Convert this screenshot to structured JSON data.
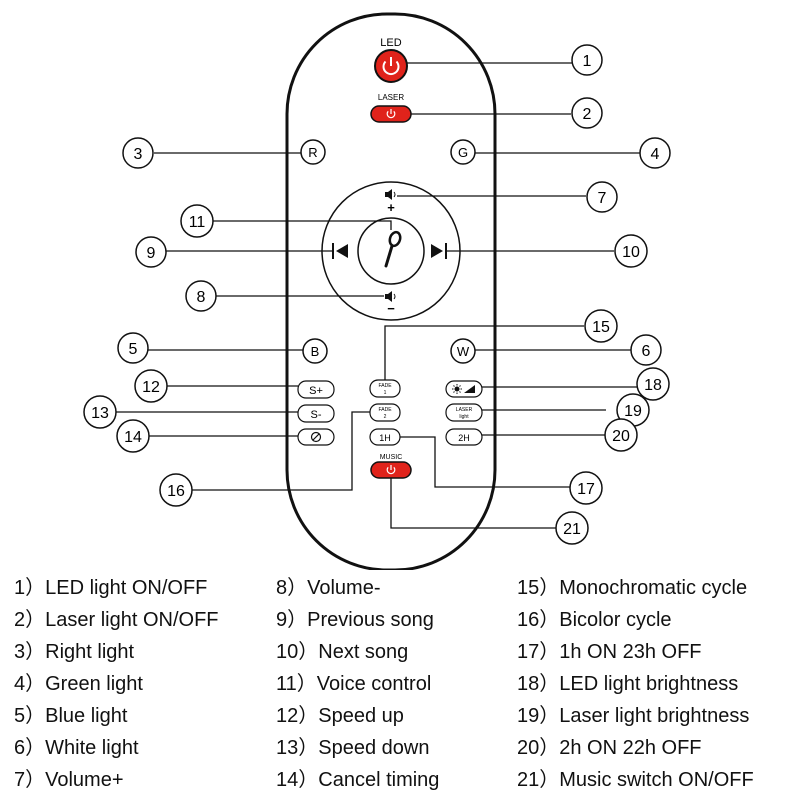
{
  "remote": {
    "top_labels": {
      "led": "LED",
      "laser": "LASER"
    },
    "color_buttons": {
      "r": "R",
      "g": "G",
      "b": "B",
      "w": "W"
    },
    "volume_up_plus": "+",
    "volume_down_minus": "−",
    "fade1": [
      "FADE",
      "1"
    ],
    "fade2": [
      "FADE",
      "2"
    ],
    "speed_up": "S+",
    "speed_down": "S-",
    "one_hour": "1H",
    "two_hour": "2H",
    "laser_light": [
      "LASER",
      "light"
    ],
    "music": "MUSIC"
  },
  "callouts": [
    "1",
    "2",
    "3",
    "4",
    "5",
    "6",
    "7",
    "8",
    "9",
    "10",
    "11",
    "12",
    "13",
    "14",
    "15",
    "16",
    "17",
    "18",
    "19",
    "20",
    "21"
  ],
  "legend": {
    "columns": [
      [
        {
          "num": "1）",
          "text": "LED light ON/OFF"
        },
        {
          "num": "2）",
          "text": "Laser light ON/OFF"
        },
        {
          "num": "3）",
          "text": "Right light"
        },
        {
          "num": "4）",
          "text": "Green light"
        },
        {
          "num": "5）",
          "text": "Blue light"
        },
        {
          "num": "6）",
          "text": "White light"
        },
        {
          "num": "7）",
          "text": "Volume+"
        }
      ],
      [
        {
          "num": "8）",
          "text": "Volume-"
        },
        {
          "num": "9）",
          "text": "Previous song"
        },
        {
          "num": "10）",
          "text": "Next song"
        },
        {
          "num": "11）",
          "text": "Voice control"
        },
        {
          "num": "12）",
          "text": "Speed up"
        },
        {
          "num": "13）",
          "text": "Speed down"
        },
        {
          "num": "14）",
          "text": "Cancel timing"
        }
      ],
      [
        {
          "num": "15）",
          "text": "Monochromatic cycle"
        },
        {
          "num": "16）",
          "text": "Bicolor cycle"
        },
        {
          "num": "17）",
          "text": "1h ON 23h OFF"
        },
        {
          "num": "18）",
          "text": "LED light brightness"
        },
        {
          "num": "19）",
          "text": "Laser light brightness"
        },
        {
          "num": "20）",
          "text": "2h ON 22h OFF"
        },
        {
          "num": "21）",
          "text": "Music switch ON/OFF"
        }
      ]
    ]
  },
  "colors": {
    "power_red": "#e0231b",
    "outline": "#111111"
  }
}
